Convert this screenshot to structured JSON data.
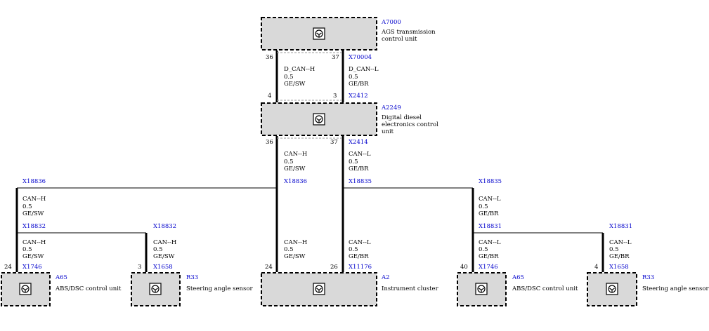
{
  "modules": {
    "a7000": {
      "code": "A7000",
      "name_l1": "AGS transmission",
      "name_l2": "control unit",
      "icon": "ecu-icon"
    },
    "a2249": {
      "code": "A2249",
      "name_l1": "Digital diesel",
      "name_l2": "electronics control",
      "name_l3": "unit",
      "icon": "ecu-icon"
    },
    "a65_left": {
      "code": "A65",
      "name": "ABS/DSC control unit",
      "icon": "ecu-icon"
    },
    "r33_left": {
      "code": "R33",
      "name": "Steering angle sensor",
      "icon": "ecu-icon"
    },
    "a2": {
      "code": "A2",
      "name": "Instrument cluster",
      "icon": "ecu-icon"
    },
    "a65_right": {
      "code": "A65",
      "name": "ABS/DSC control unit",
      "icon": "ecu-icon"
    },
    "r33_right": {
      "code": "R33",
      "name": "Steering angle sensor",
      "icon": "ecu-icon"
    }
  },
  "connectors": {
    "x70004": "X70004",
    "x2412": "X2412",
    "x2414": "X2414",
    "x18836_left": "X18836",
    "x18836_mid": "X18836",
    "x18835_mid": "X18835",
    "x18835_right": "X18835",
    "x18832_a": "X18832",
    "x18832_b": "X18832",
    "x18831_a": "X18831",
    "x18831_b": "X18831",
    "x1746_left": "X1746",
    "x1658_left": "X1658",
    "x11176": "X11176",
    "x1746_right": "X1746",
    "x1658_right": "X1658"
  },
  "pins": {
    "a7000_h": "36",
    "a7000_l": "37",
    "a2249_top_h": "4",
    "a2249_top_l": "3",
    "a2249_bot_h": "36",
    "a2249_bot_l": "37",
    "a65_left": "24",
    "r33_left": "3",
    "a2_h": "24",
    "a2_l": "26",
    "a65_right": "40",
    "r33_right": "4"
  },
  "wires": {
    "d_can_h": {
      "signal": "D_CAN--H",
      "size": "0.5",
      "color": "GE/SW"
    },
    "d_can_l": {
      "signal": "D_CAN--L",
      "size": "0.5",
      "color": "GE/BR"
    },
    "can_h_1": {
      "signal": "CAN--H",
      "size": "0.5",
      "color": "GE/SW"
    },
    "can_l_1": {
      "signal": "CAN--L",
      "size": "0.5",
      "color": "GE/BR"
    },
    "can_h_left_upper": {
      "signal": "CAN--H",
      "size": "0.5",
      "color": "GE/SW"
    },
    "can_h_left_a65": {
      "signal": "CAN--H",
      "size": "0.5",
      "color": "GE/SW"
    },
    "can_h_left_r33": {
      "signal": "CAN--H",
      "size": "0.5",
      "color": "GE/SW"
    },
    "can_h_a2": {
      "signal": "CAN--H",
      "size": "0.5",
      "color": "GE/SW"
    },
    "can_l_a2": {
      "signal": "CAN--L",
      "size": "0.5",
      "color": "GE/BR"
    },
    "can_l_right_upper": {
      "signal": "CAN--L",
      "size": "0.5",
      "color": "GE/BR"
    },
    "can_l_right_a65": {
      "signal": "CAN--L",
      "size": "0.5",
      "color": "GE/BR"
    },
    "can_l_right_r33": {
      "signal": "CAN--L",
      "size": "0.5",
      "color": "GE/BR"
    }
  },
  "colors": {
    "connector_text": "#0000cc",
    "module_fill": "#d9d9d9"
  }
}
